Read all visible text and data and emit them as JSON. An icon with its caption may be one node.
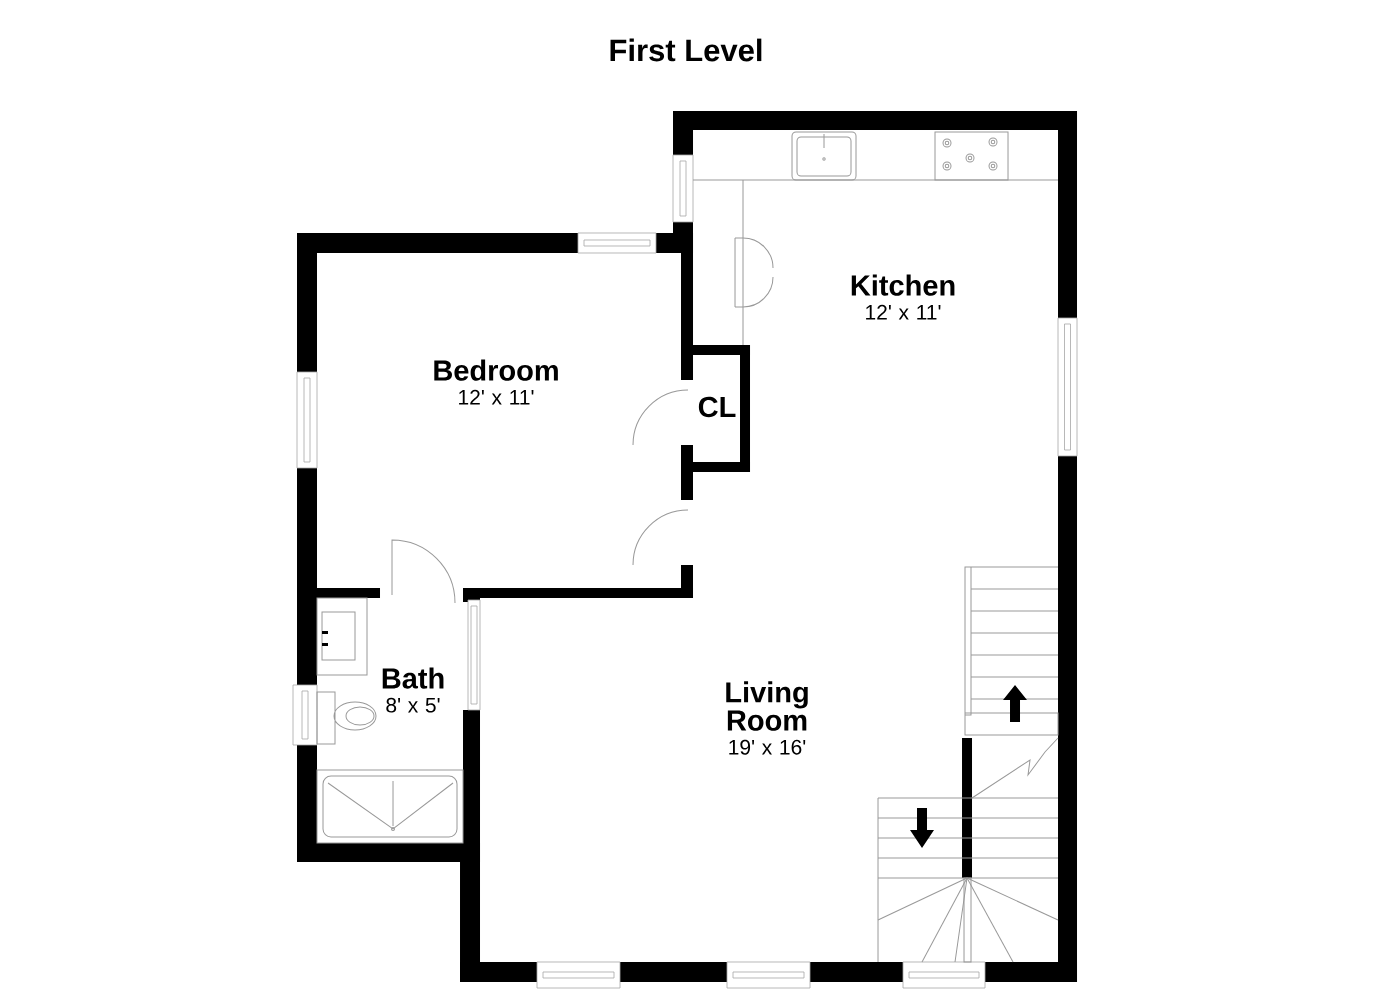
{
  "diagram": {
    "title": "First Level",
    "nodes": [
      {
        "text": [
          "Kitchen",
          "12' x 11'"
        ]
      },
      {
        "text": [
          "Bedroom",
          "12' x 11'"
        ]
      },
      {
        "text": [
          "CL"
        ]
      },
      {
        "text": [
          "Bath",
          "8' x 5'"
        ]
      },
      {
        "text": [
          "Living Room",
          "19' x 16'"
        ]
      }
    ]
  }
}
